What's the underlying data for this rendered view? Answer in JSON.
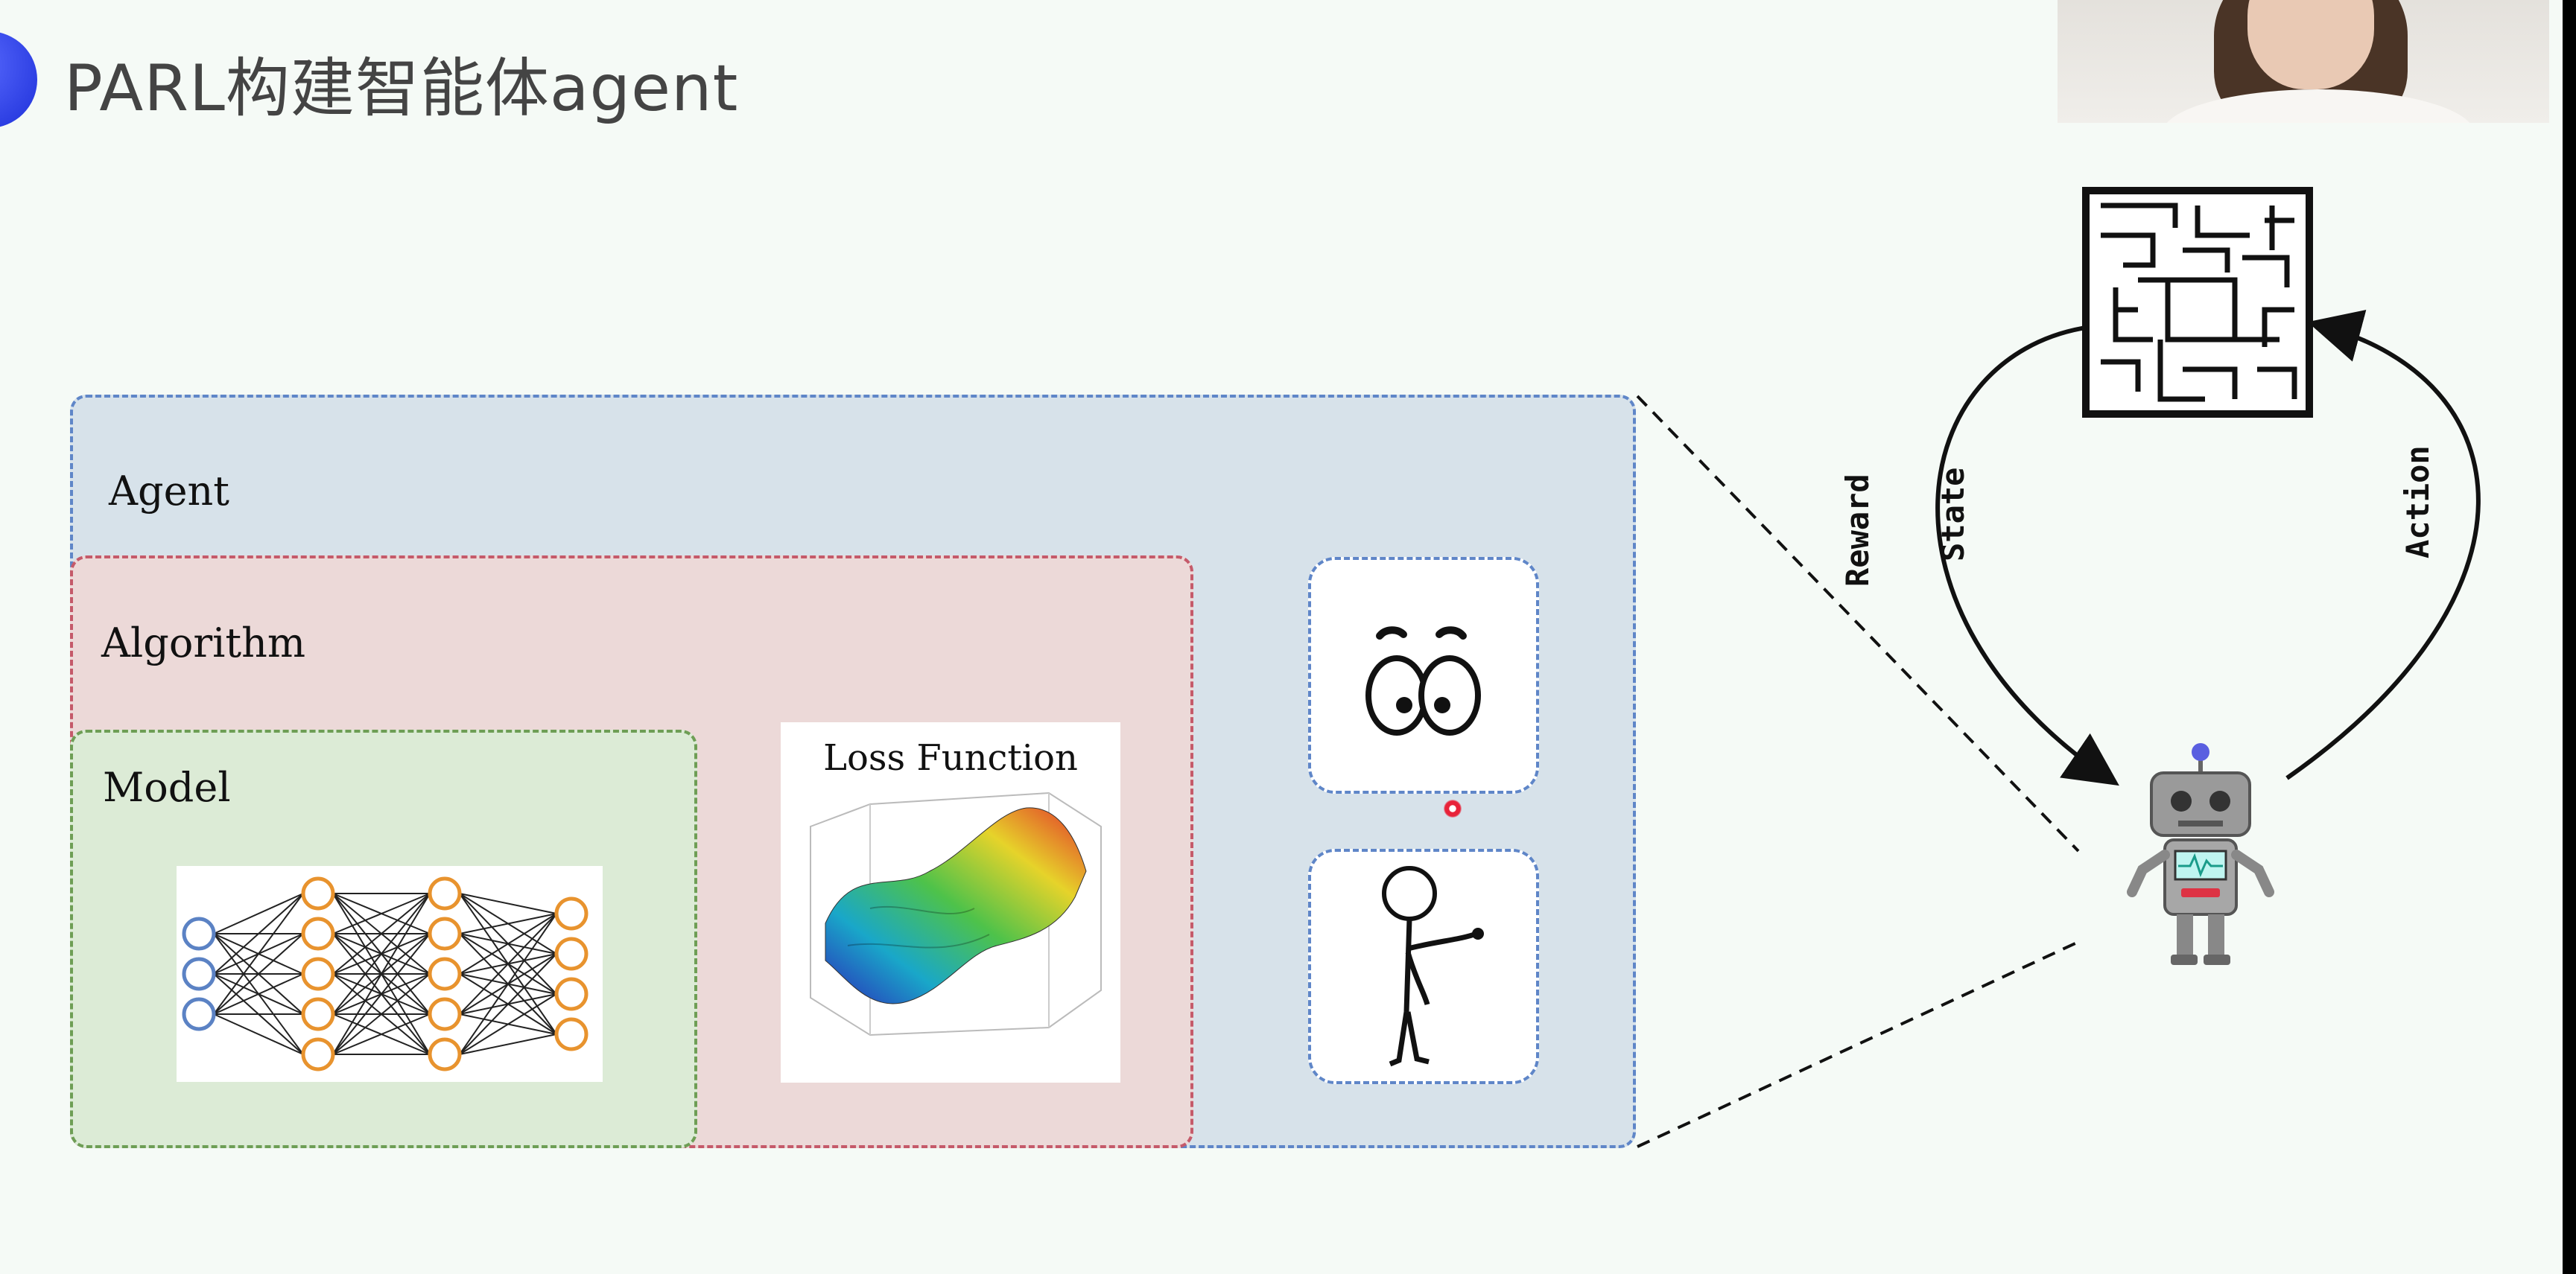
{
  "slide": {
    "title": "PARL构建智能体agent"
  },
  "diagram": {
    "agent_label": "Agent",
    "algorithm_label": "Algorithm",
    "model_label": "Model",
    "loss_function_label": "Loss Function",
    "edge_labels": {
      "reward": "Reward",
      "state": "State",
      "action": "Action"
    }
  },
  "icons": {
    "webcam": "presenter-webcam",
    "maze": "maze-icon",
    "robot": "robot-icon",
    "eyes": "eyes-icon",
    "stick_figure": "stick-figure-icon",
    "neural_net": "neural-network-icon",
    "loss_surface": "loss-surface-plot"
  },
  "colors": {
    "agent_fill": "#d7e2ea",
    "agent_border": "#5f86c8",
    "algorithm_fill": "#ecd9d8",
    "algorithm_border": "#c55a6a",
    "model_fill": "#dcebd6",
    "model_border": "#6e9e55",
    "neuron_input": "#5b82c4",
    "neuron_hidden": "#e8932e"
  }
}
